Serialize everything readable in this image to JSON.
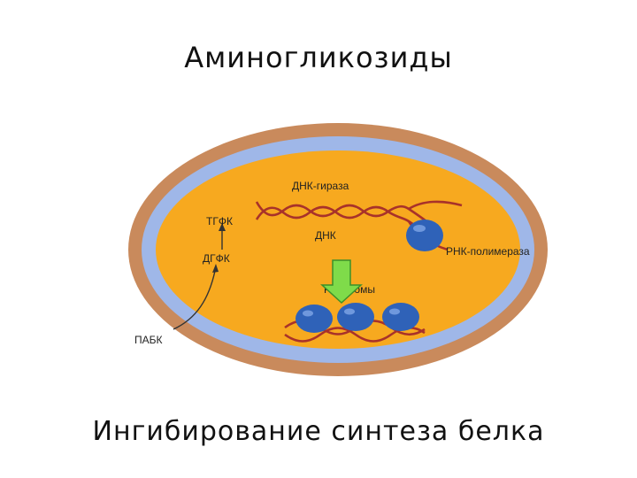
{
  "title": "Аминогликозиды",
  "caption": "Ингибирование синтеза белка",
  "labels": {
    "gyrase": "ДНК-гираза",
    "tgfk": "ТГФК",
    "dna": "ДНК",
    "dgfk": "ДГФК",
    "rna_polymerase": "РНК-полимераза",
    "ribosomes": "Рибосомы",
    "pabk": "ПАБК"
  },
  "colors": {
    "outer_wall": "#c98a5c",
    "membrane": "#9fb7e8",
    "cytoplasm": "#f7a91f",
    "dna_strand": "#a8322a",
    "ribosome": "#2f62b8",
    "arrow_fill": "#7fdb4a",
    "arrow_stroke": "#3d8f2a"
  }
}
